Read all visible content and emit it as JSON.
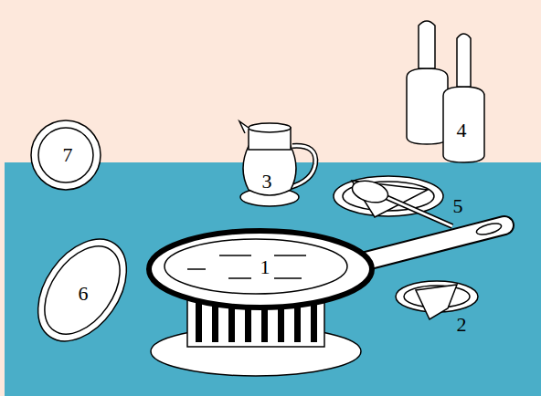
{
  "diagram": {
    "labels": [
      "1",
      "2",
      "3",
      "4",
      "5",
      "6",
      "7"
    ]
  }
}
